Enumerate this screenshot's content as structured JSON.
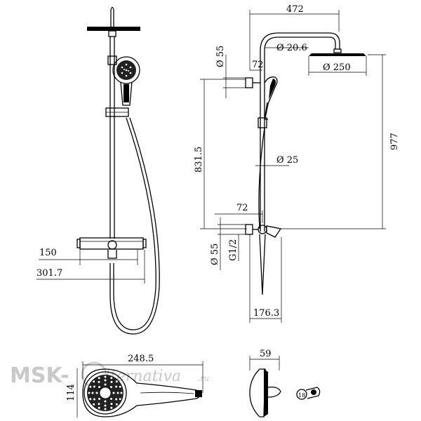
{
  "watermark": {
    "brand": "MSK-",
    "site": "lternativa",
    "suffix": ".ru"
  },
  "front_view": {
    "dim_mixer_width": "150",
    "dim_mixer_total": "301.7"
  },
  "side_view": {
    "dim_arm_length": "472",
    "dim_arm_pipe": "Ø 20.6",
    "dim_head_diameter": "Ø 250",
    "dim_top_bracket": "Ø 55",
    "dim_top_offset": "72",
    "dim_bracket_spacing": "831.5",
    "dim_riser_pipe": "Ø 25",
    "dim_total_height": "977",
    "dim_bottom_offset": "72",
    "dim_bottom_bracket": "Ø 55",
    "dim_thread": "G1/2",
    "dim_depth": "176.3"
  },
  "hand_shower": {
    "dim_length": "248.5",
    "dim_width": "114"
  },
  "head_section": {
    "dim_thickness": "59",
    "dim_nut": "18"
  }
}
